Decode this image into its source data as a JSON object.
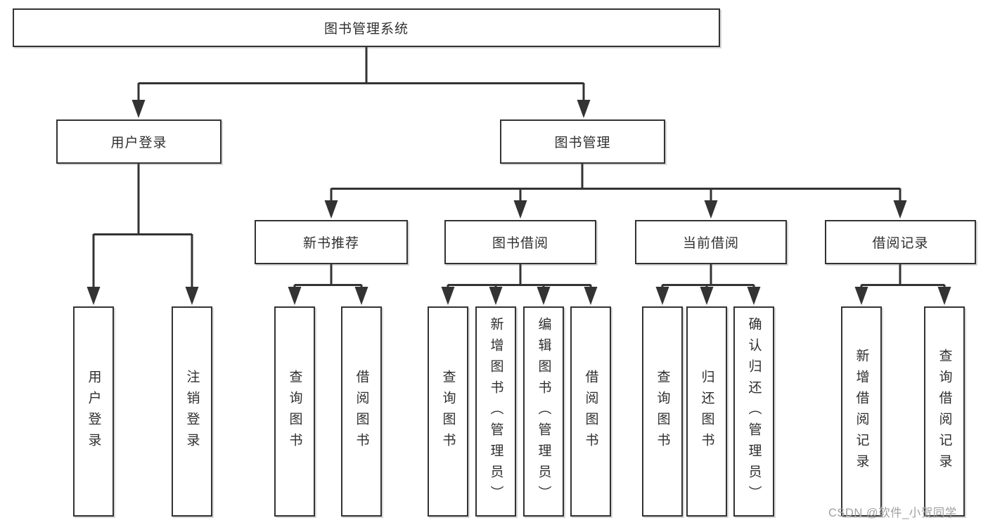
{
  "diagram": {
    "root": {
      "label": "图书管理系统"
    },
    "children": [
      {
        "label": "用户登录",
        "children": [
          {
            "label": "用户登录"
          },
          {
            "label": "注销登录"
          }
        ]
      },
      {
        "label": "图书管理",
        "children": [
          {
            "label": "新书推荐",
            "children": [
              {
                "label": "查询图书"
              },
              {
                "label": "借阅图书"
              }
            ]
          },
          {
            "label": "图书借阅",
            "children": [
              {
                "label": "查询图书"
              },
              {
                "label": "新增图书（管理员）"
              },
              {
                "label": "编辑图书（管理员）"
              },
              {
                "label": "借阅图书"
              }
            ]
          },
          {
            "label": "当前借阅",
            "children": [
              {
                "label": "查询图书"
              },
              {
                "label": "归还图书"
              },
              {
                "label": "确认归还（管理员）"
              }
            ]
          },
          {
            "label": "借阅记录",
            "children": [
              {
                "label": "新增借阅记录"
              },
              {
                "label": "查询借阅记录"
              }
            ]
          }
        ]
      }
    ],
    "colors": {
      "line": "#333333",
      "box_border": "#333333",
      "box_fill": "#ffffff",
      "text": "#2f2f2f",
      "watermark": "#a0a0a0",
      "background": "#ffffff"
    }
  },
  "watermark": {
    "text": "CSDN @软件_小贺同学"
  }
}
